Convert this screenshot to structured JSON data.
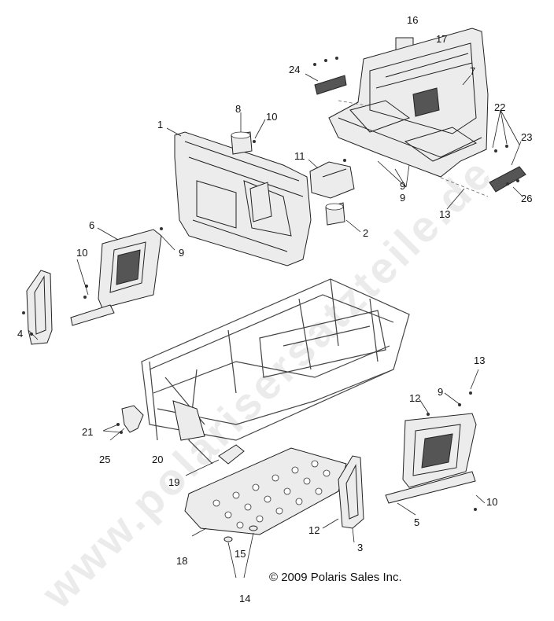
{
  "diagram": {
    "copyright": "© 2009 Polaris Sales Inc.",
    "watermark": "www.polarisersatzteile.de",
    "callouts": [
      "1",
      "2",
      "3",
      "4",
      "5",
      "6",
      "7",
      "8",
      "9",
      "9",
      "9",
      "9",
      "10",
      "10",
      "10",
      "11",
      "12",
      "12",
      "13",
      "13",
      "14",
      "15",
      "16",
      "17",
      "18",
      "19",
      "20",
      "21",
      "22",
      "23",
      "24",
      "25",
      "26"
    ]
  }
}
